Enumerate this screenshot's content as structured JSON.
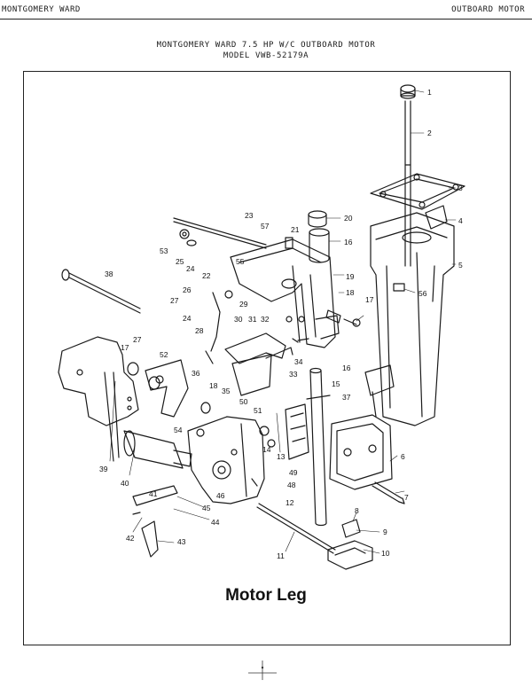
{
  "header": {
    "left": "MONTGOMERY WARD",
    "right": "OUTBOARD MOTOR"
  },
  "title": {
    "line1": "MONTGOMERY WARD 7.5 HP W/C OUTBOARD MOTOR",
    "line2": "MODEL VWB-52179A"
  },
  "caption": "Motor Leg",
  "callouts": [
    "1",
    "2",
    "3",
    "4",
    "5",
    "56",
    "20",
    "16",
    "21",
    "57",
    "23",
    "53",
    "25",
    "24",
    "55",
    "22",
    "19",
    "18",
    "17",
    "26",
    "27",
    "29",
    "24",
    "30",
    "31",
    "32",
    "28",
    "38",
    "34",
    "16",
    "33",
    "15",
    "37",
    "27",
    "17",
    "52",
    "36",
    "18",
    "35",
    "50",
    "51",
    "54",
    "39",
    "40",
    "14",
    "13",
    "6",
    "49",
    "48",
    "41",
    "46",
    "45",
    "44",
    "12",
    "7",
    "8",
    "9",
    "42",
    "43",
    "11",
    "10"
  ]
}
